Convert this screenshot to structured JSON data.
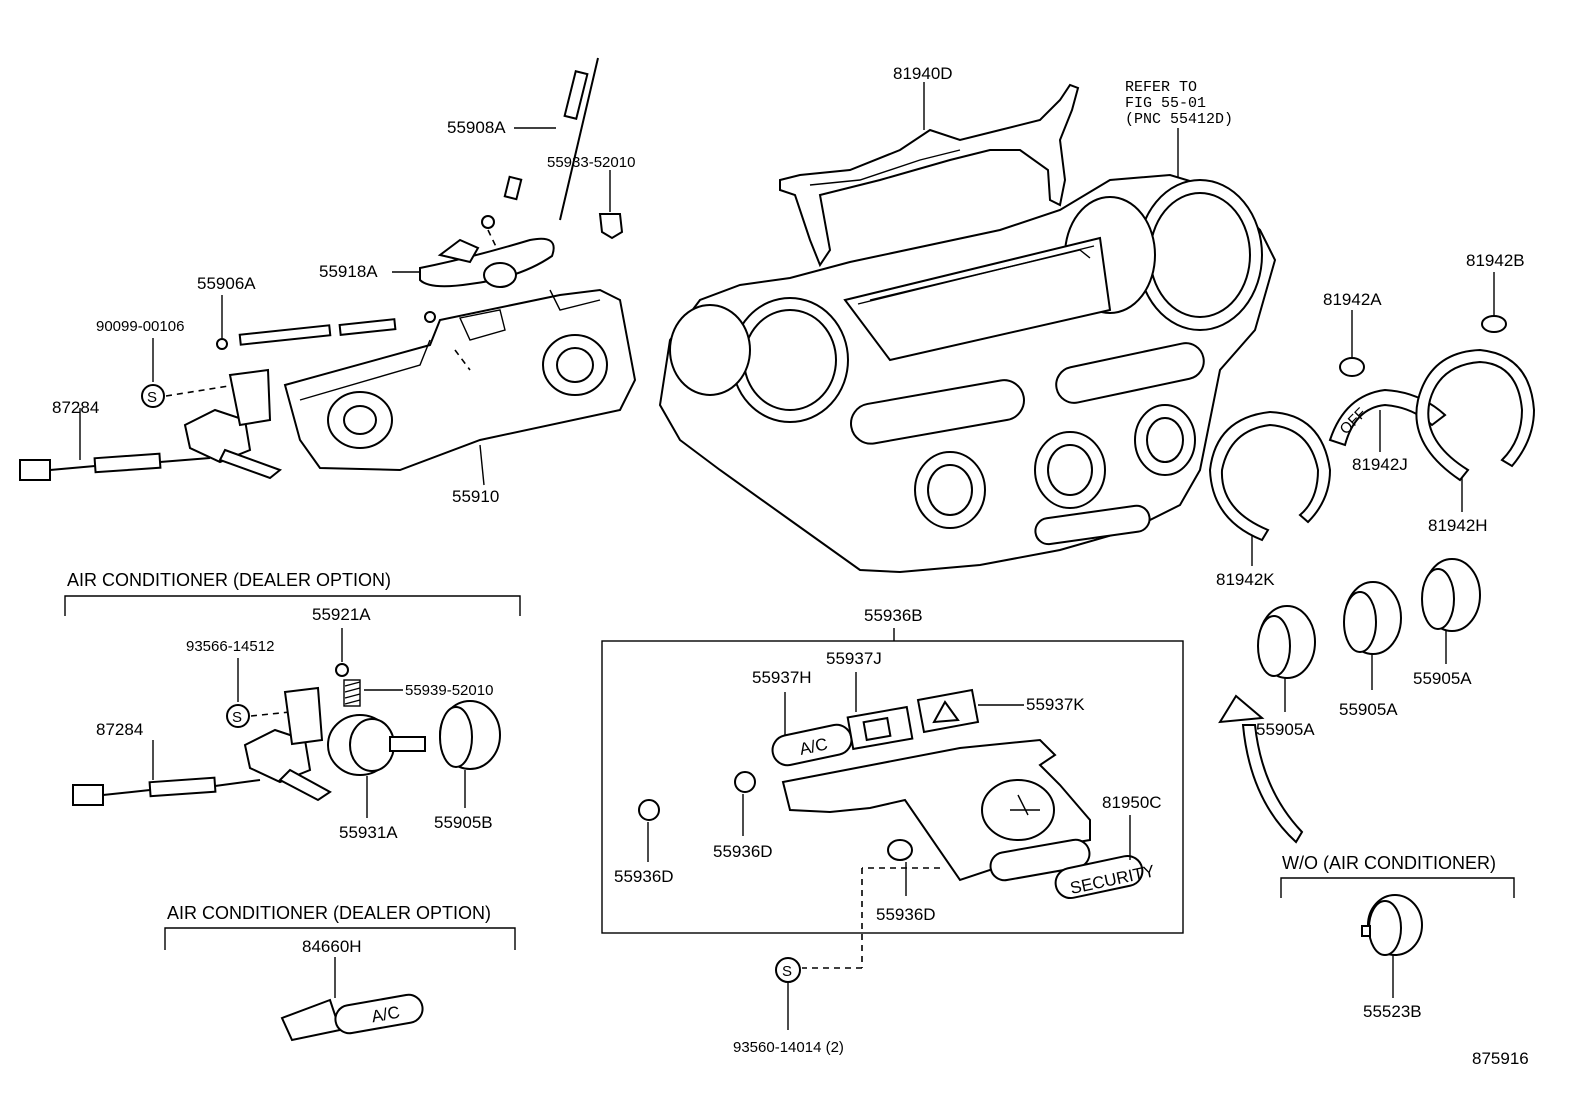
{
  "labels": {
    "p55908A": "55908A",
    "p55933": "55933-52010",
    "p55918A": "55918A",
    "p55906A": "55906A",
    "p90099": "90099-00106",
    "p87284_top": "87284",
    "p55910": "55910",
    "p81940D": "81940D",
    "refer": [
      "REFER TO",
      "FIG 55-01",
      "(PNC 55412D)"
    ],
    "p81942B": "81942B",
    "p81942A": "81942A",
    "p81942J": "81942J",
    "p81942H": "81942H",
    "p81942K": "81942K",
    "p55921A": "55921A",
    "p93566": "93566-14512",
    "p55939": "55939-52010",
    "p87284_mid": "87284",
    "p55931A": "55931A",
    "p55905B": "55905B",
    "p84660H": "84660H",
    "p55936B": "55936B",
    "p55937J": "55937J",
    "p55937H": "55937H",
    "p55937K": "55937K",
    "p81950C": "81950C",
    "p55936D_a": "55936D",
    "p55936D_b": "55936D",
    "p55936D_c": "55936D",
    "p93560": "93560-14014 (2)",
    "p55905A_1": "55905A",
    "p55905A_2": "55905A",
    "p55905A_3": "55905A",
    "p55523B": "55523B",
    "fig_number": "875916"
  },
  "sections": {
    "ac_dealer_option_1": "AIR CONDITIONER (DEALER OPTION)",
    "ac_dealer_option_2": "AIR CONDITIONER (DEALER OPTION)",
    "wo_ac": "W/O (AIR CONDITIONER)"
  },
  "symbols": {
    "s_mark": "S",
    "ac_button": "A/C",
    "security_badge": "SECURITY",
    "off_mark": "OFF"
  }
}
